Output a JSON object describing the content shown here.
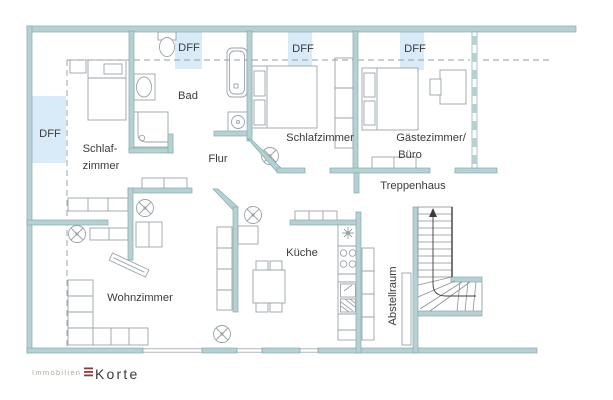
{
  "colors": {
    "wall": "#b7d0d3",
    "wall_stroke": "#85abaf",
    "dff": "#d9ebf8",
    "text": "#3b3b3b",
    "furniture": "#9aa3a8",
    "stair_dark": "#3d3d3d",
    "logo_gray": "#b3a79c",
    "logo_red": "#8e3b3b",
    "logo_dark": "#3e3a37"
  },
  "labels": {
    "dff": "DFF",
    "schlafzimmer1_line1": "Schlaf-",
    "schlafzimmer1_line2": "zimmer",
    "bad": "Bad",
    "flur": "Flur",
    "schlafzimmer2": "Schlafzimmer",
    "gaestezimmer_line1": "Gästezimmer/",
    "gaestezimmer_line2": "Büro",
    "treppenhaus": "Treppenhaus",
    "wohnzimmer": "Wohnzimmer",
    "kueche": "Küche",
    "abstellraum": "Abstellraum"
  },
  "logo": {
    "prefix": "Immobilien",
    "name": "Korte"
  }
}
